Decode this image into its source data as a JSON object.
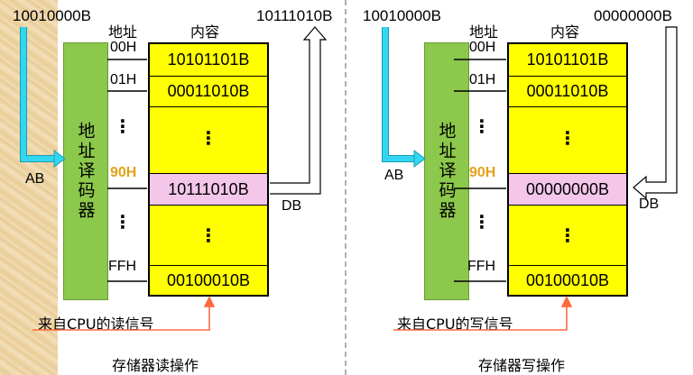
{
  "panels": [
    {
      "ab_value": "10010000B",
      "ab_label": "AB",
      "db_value": "10111010B",
      "db_label": "DB",
      "header_addr": "地址",
      "header_content": "内容",
      "decoder_text": "地址译码器",
      "addresses": {
        "a0": "00H",
        "a1": "01H",
        "a2": "90H",
        "a3": "FFH"
      },
      "rows": {
        "r0": "10101101B",
        "r1": "00011010B",
        "r2": "10111010B",
        "r3": "00100010B"
      },
      "signal": "来自CPU的读信号",
      "caption": "存储器读操作"
    },
    {
      "ab_value": "10010000B",
      "ab_label": "AB",
      "db_value": "00000000B",
      "db_label": "DB",
      "header_addr": "地址",
      "header_content": "内容",
      "decoder_text": "地址译码器",
      "addresses": {
        "a0": "00H",
        "a1": "01H",
        "a2": "90H",
        "a3": "FFH"
      },
      "rows": {
        "r0": "10101101B",
        "r1": "00011010B",
        "r2": "00000000B",
        "r3": "00100010B"
      },
      "signal": "来自CPU的写信号",
      "caption": "存储器写操作"
    }
  ],
  "ellipsis": "⋮",
  "colors": {
    "memory": "#ffff00",
    "highlight_row": "#f4c6ea",
    "decoder": "#8cc84b",
    "ab_arrow": "#33d6f0",
    "signal_arrow": "#ff6a3d",
    "highlight_addr": "#e3a21a"
  }
}
